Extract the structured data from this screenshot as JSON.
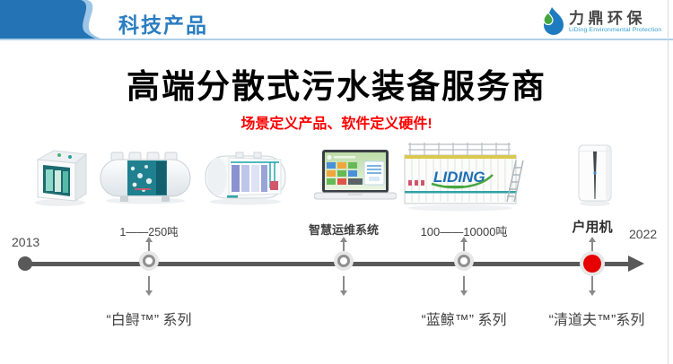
{
  "header": {
    "tab_label": "科技产品",
    "logo_name": "力鼎环保",
    "logo_subtitle": "LiDing Environmental Protection"
  },
  "title": "高端分散式污水装备服务商",
  "tagline": "场景定义产品、软件定义硬件!",
  "products": {
    "container_logo_text": "LIDING"
  },
  "timeline": {
    "start_year": "2013",
    "end_year": "2022",
    "milestones": [
      {
        "label": "1——250吨",
        "series": "“白鲟™” 系列",
        "dot": "white"
      },
      {
        "label": "智慧运维系统",
        "series": "",
        "dot": "white"
      },
      {
        "label": "100——10000吨",
        "series": "“蓝鲸™” 系列",
        "dot": "white"
      },
      {
        "label": "户用机",
        "series": "“清道夫™”系列",
        "dot": "red"
      }
    ]
  },
  "colors": {
    "brand_blue": "#2B7EC1",
    "header_dark_blue": "#2373B5",
    "header_light_blue": "#AECFE8",
    "accent_red": "#FF0000",
    "timeline_gray": "#595959",
    "milestone_red": "#E60000",
    "logo_green": "#44A53F",
    "logo_blue": "#1F7BC0"
  }
}
